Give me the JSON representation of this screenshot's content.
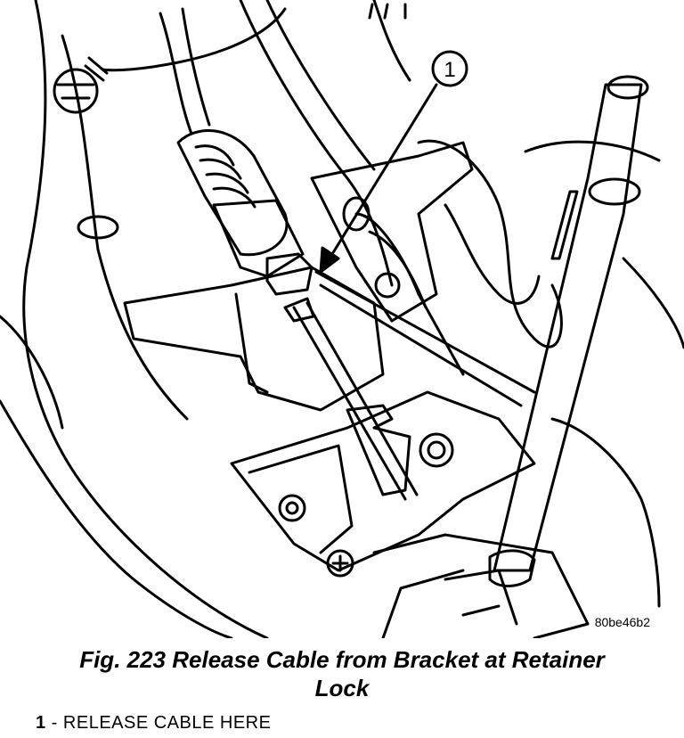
{
  "figure": {
    "callout_number": "1",
    "image_code": "80be46b2"
  },
  "caption": {
    "line1": "Fig. 223 Release Cable from Bracket at Retainer",
    "line2": "Lock"
  },
  "legend": {
    "items": [
      {
        "number": "1",
        "separator": " - ",
        "text": "RELEASE CABLE HERE"
      }
    ]
  }
}
